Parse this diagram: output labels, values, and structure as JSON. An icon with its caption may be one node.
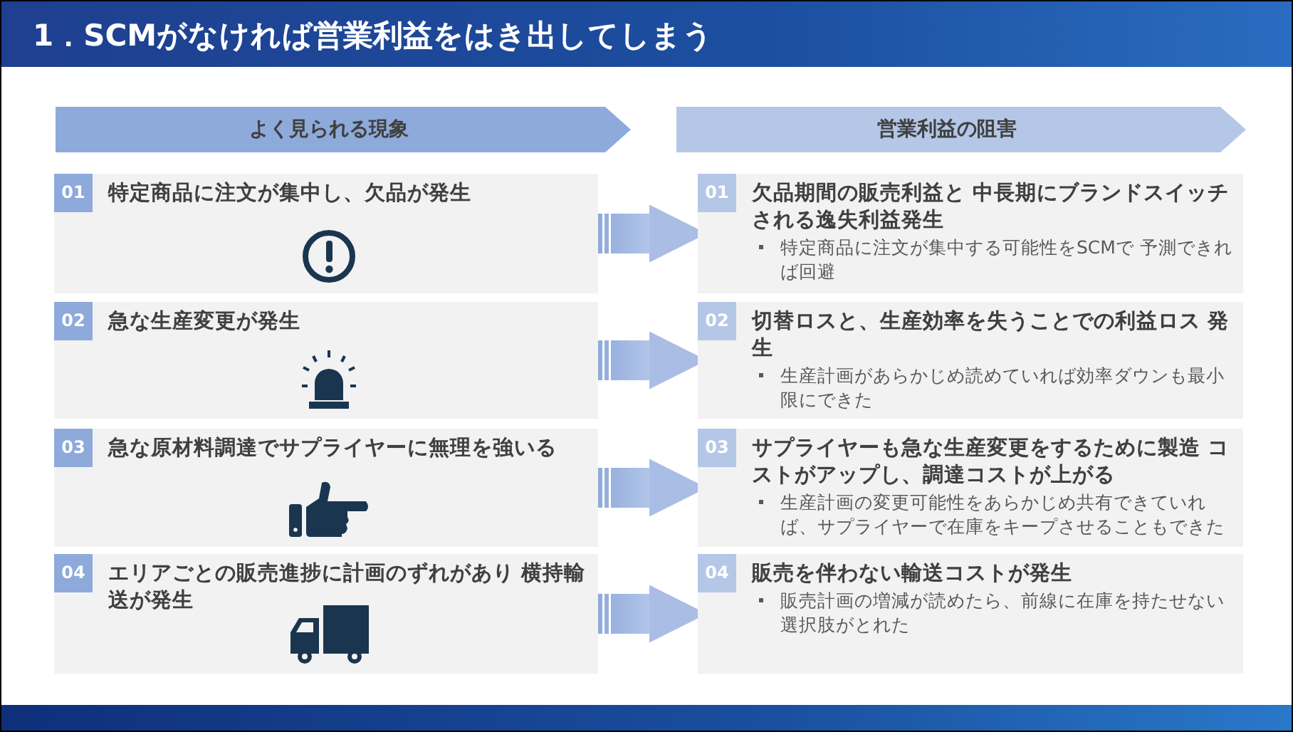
{
  "diagram": {
    "title": "1．SCMがなければ営業利益をはき出してしまう",
    "nodes": [
      {
        "text": [
          "よく見られる現象"
        ]
      },
      {
        "text": [
          "営業利益の阻害"
        ]
      },
      {
        "text": [
          "01",
          "特定商品に注文が集中し、欠品が発生"
        ]
      },
      {
        "text": [
          "02",
          "急な生産変更が発生"
        ]
      },
      {
        "text": [
          "03",
          "急な原材料調達でサプライヤーに無理を強いる"
        ]
      },
      {
        "text": [
          "04",
          "エリアごとの販売進捗に計画のずれがあり 横持輸送が発生"
        ]
      },
      {
        "text": [
          "01",
          "欠品期間の販売利益と 中長期にブランドスイッチされる逸失利益発生",
          "特定商品に注文が集中する可能性をSCMで 予測できれば回避"
        ]
      },
      {
        "text": [
          "02",
          "切替ロスと、生産効率を失うことでの利益ロス 発生",
          "生産計画があらかじめ読めていれば効率ダウンも最小限にできた"
        ]
      },
      {
        "text": [
          "03",
          "サプライヤーも急な生産変更をするために製造 コストがアップし、調達コストが上がる",
          "生産計画の変更可能性をあらかじめ共有できていれば、サプライヤーで在庫をキープさせることもできた"
        ]
      },
      {
        "text": [
          "04",
          "販売を伴わない輸送コストが発生",
          "販売計画の増減が読めたら、前線に在庫を持たせない選択肢がとれた"
        ]
      }
    ],
    "edges": [
      {
        "from": 2,
        "to": 6,
        "arrow": "to"
      },
      {
        "from": 3,
        "to": 7,
        "arrow": "to"
      },
      {
        "from": 4,
        "to": 8,
        "arrow": "to"
      },
      {
        "from": 5,
        "to": 9,
        "arrow": "to"
      }
    ]
  }
}
